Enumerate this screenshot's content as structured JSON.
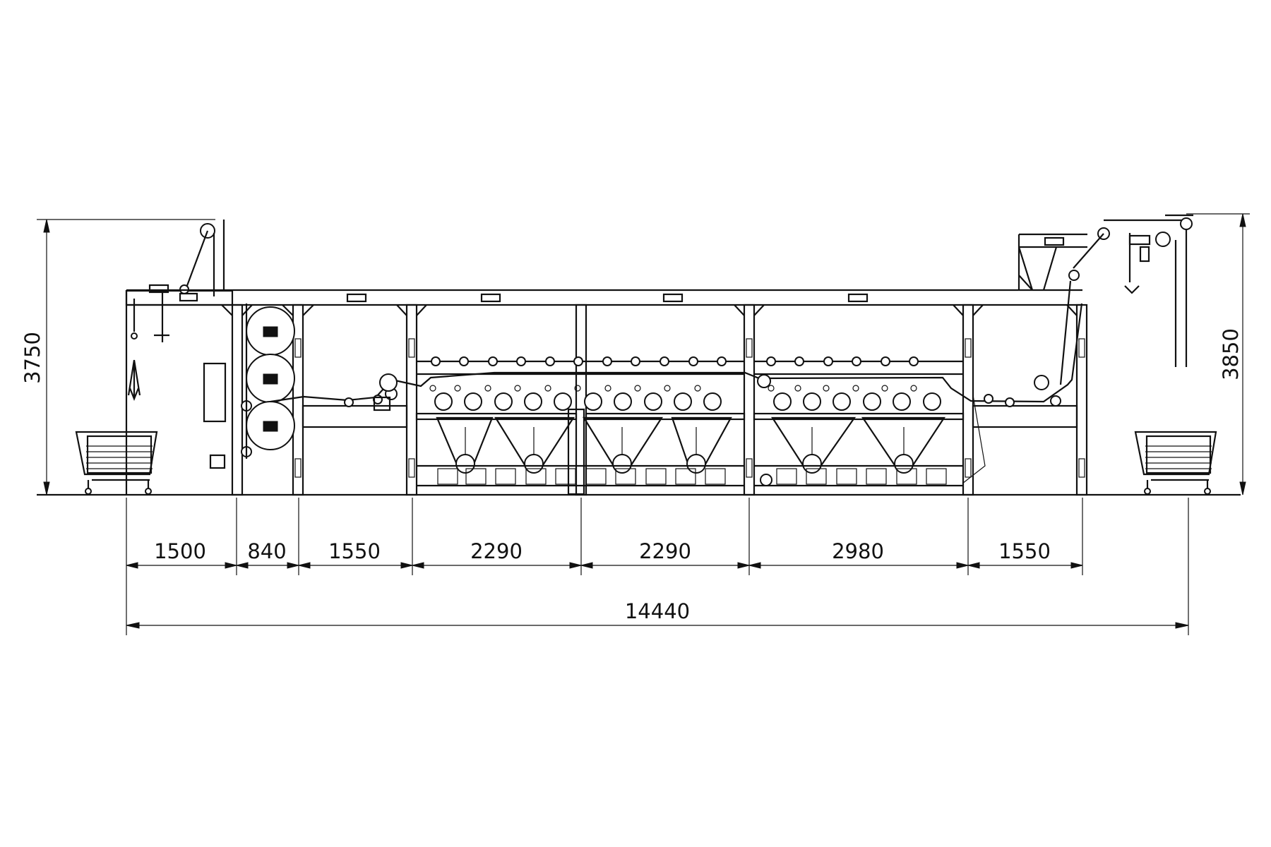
{
  "dimensions": {
    "overall_height_left": "3750",
    "overall_height_right": "3850",
    "total_length": "14440",
    "sections": [
      {
        "id": "s1",
        "label": "1500"
      },
      {
        "id": "s2",
        "label": "840"
      },
      {
        "id": "s3",
        "label": "1550"
      },
      {
        "id": "s4",
        "label": "2290"
      },
      {
        "id": "s5",
        "label": "2290"
      },
      {
        "id": "s6",
        "label": "2980"
      },
      {
        "id": "s7",
        "label": "1550"
      }
    ]
  },
  "colors": {
    "line": "#111111",
    "background": "#ffffff"
  }
}
